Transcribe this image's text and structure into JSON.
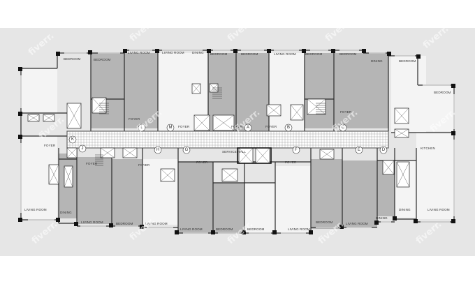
{
  "plan": {
    "room_labels": [
      "LIVING ROOM",
      "LIVING ROOM",
      "DINING",
      "BEDROOM",
      "BEDROOM",
      "LIVING ROOM",
      "BEDROOM",
      "BEDROOM",
      "DINING",
      "BEDROOM",
      "BEDROOM",
      "BEDROOM",
      "FOYER",
      "FOYER",
      "FOYER",
      "FOYER",
      "FOYER",
      "FOYER",
      "FOYER",
      "FOYER",
      "FOYER",
      "FOYER",
      "LIVING ROOM",
      "DINING",
      "LIVING ROOM",
      "BEDROOM",
      "LIVING ROOM",
      "LIVING ROOM",
      "BEDROOM",
      "BEDROOM",
      "LIVING ROOM",
      "BEDROOM",
      "LIVING ROOM",
      "DINING",
      "DINING",
      "LIVING ROOM",
      "SERVICE HALL",
      "KITCHEN",
      "BEDROOM"
    ],
    "unit_letters": [
      "L",
      "M",
      "A",
      "B",
      "C",
      "K",
      "J",
      "H",
      "G",
      "F",
      "E",
      "D"
    ],
    "watermark_text": "fiverr."
  }
}
